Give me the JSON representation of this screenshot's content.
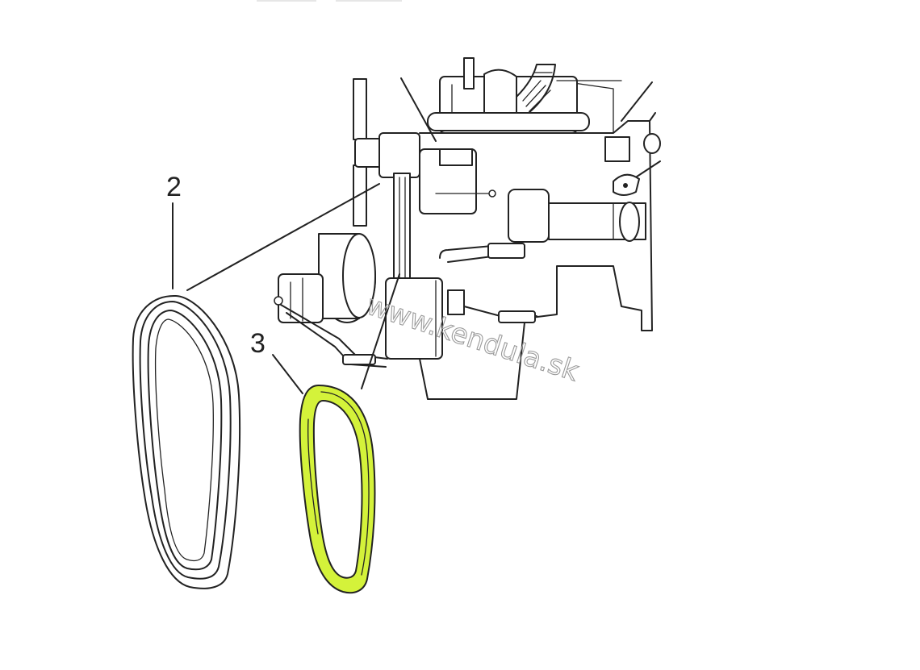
{
  "labels": {
    "part_2": "2",
    "part_3": "3"
  },
  "watermark": "www.kendula.sk",
  "colors": {
    "highlight_belt": "#d4f23a",
    "line": "#222222",
    "background": "#ffffff"
  }
}
